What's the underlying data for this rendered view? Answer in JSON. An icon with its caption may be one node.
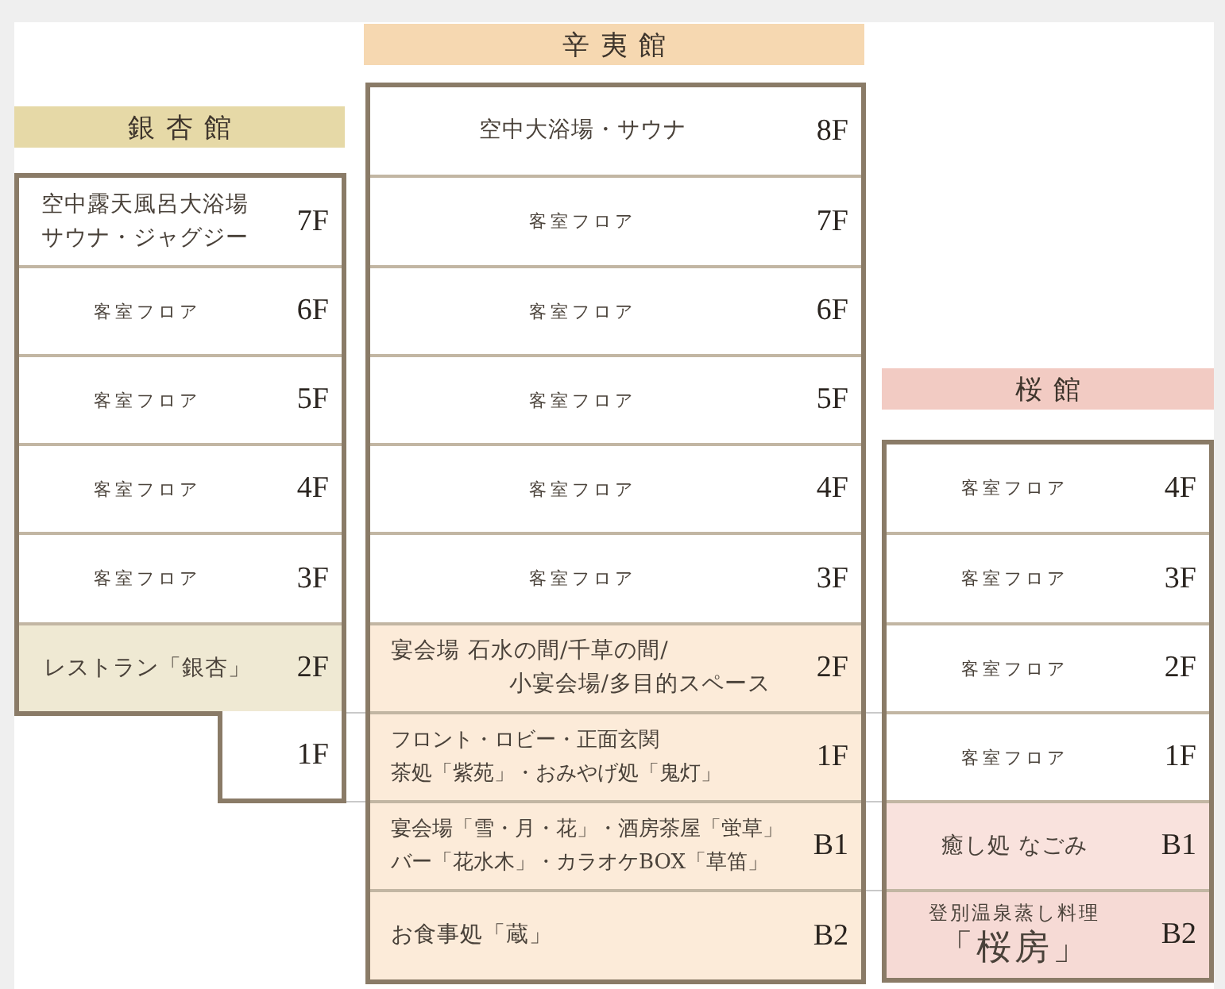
{
  "diagram": {
    "nodes": [
      {
        "text": [
          "銀杏館"
        ]
      },
      {
        "text": [],
        "shape": "box"
      },
      {
        "text": [
          "空中露天風呂大浴場",
          "サウナ・ジャグジー",
          "7F"
        ],
        "in": 1
      },
      {
        "text": [
          "客室フロア",
          "6F"
        ],
        "in": 1
      },
      {
        "text": [
          "客室フロア",
          "5F"
        ],
        "in": 1
      },
      {
        "text": [
          "客室フロア",
          "4F"
        ],
        "in": 1
      },
      {
        "text": [
          "客室フロア",
          "3F"
        ],
        "in": 1
      },
      {
        "text": [
          "レストラン「銀杏」",
          "2F"
        ],
        "in": 1
      },
      {
        "text": [
          "1F"
        ]
      },
      {
        "text": [
          "辛夷館"
        ]
      },
      {
        "text": [],
        "shape": "box"
      },
      {
        "text": [
          "空中大浴場・サウナ",
          "8F"
        ],
        "in": 10
      },
      {
        "text": [
          "客室フロア",
          "7F"
        ],
        "in": 10
      },
      {
        "text": [
          "客室フロア",
          "6F"
        ],
        "in": 10
      },
      {
        "text": [
          "客室フロア",
          "5F"
        ],
        "in": 10
      },
      {
        "text": [
          "客室フロア",
          "4F"
        ],
        "in": 10
      },
      {
        "text": [
          "客室フロア",
          "3F"
        ],
        "in": 10
      },
      {
        "text": [
          "宴会場 石水の間/千草の間/小宴会場/多目的スペース",
          "2F"
        ],
        "in": 10
      },
      {
        "text": [
          "フロント・ロビー・正面玄関",
          "茶処「紫苑」・おみやげ処「鬼灯」",
          "1F"
        ],
        "in": 10
      },
      {
        "text": [
          "宴会場「雪・月・花」・酒房茶屋「蛍草」",
          "バー「花水木」・カラオケBOX「草笛」",
          "B1"
        ],
        "in": 10
      },
      {
        "text": [
          "お食事処「蔵」",
          "B2"
        ],
        "in": 10
      },
      {
        "text": [
          "桜館"
        ]
      },
      {
        "text": [],
        "shape": "box"
      },
      {
        "text": [
          "客室フロア",
          "4F"
        ],
        "in": 22
      },
      {
        "text": [
          "客室フロア",
          "3F"
        ],
        "in": 22
      },
      {
        "text": [
          "客室フロア",
          "2F"
        ],
        "in": 22
      },
      {
        "text": [
          "客室フロア",
          "1F"
        ],
        "in": 22
      },
      {
        "text": [
          "癒し処 なごみ",
          "B1"
        ],
        "in": 22
      },
      {
        "text": [
          "登別温泉蒸し料理",
          "「桜房」",
          "B2"
        ],
        "in": 22
      }
    ]
  }
}
